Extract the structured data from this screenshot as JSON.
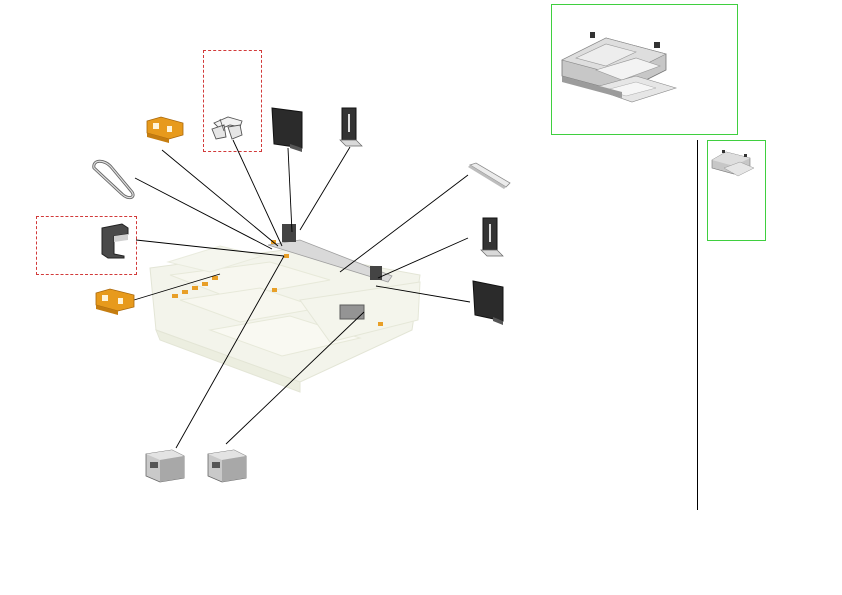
{
  "diagram": {
    "kind": "exploded-parts-view",
    "colors": {
      "callout_line": "#000000",
      "highlight_green": "#3fcf3f",
      "highlight_red": "#d23a3a",
      "part_orange": "#e79a1c",
      "part_dark": "#2b2b2b",
      "part_gray": "#b9b9b9",
      "ghost_body": "#e9ecd8"
    },
    "parts": [
      {
        "id": "orange-bracket-upper",
        "icon": "orange-bracket-icon"
      },
      {
        "id": "metal-clip",
        "icon": "metal-clip-icon"
      },
      {
        "id": "black-plate-left",
        "icon": "black-plate-icon"
      },
      {
        "id": "slot-bracket-upper",
        "icon": "slot-bracket-icon"
      },
      {
        "id": "drive-belt",
        "icon": "belt-icon"
      },
      {
        "id": "guide-cover",
        "icon": "guide-cover-icon"
      },
      {
        "id": "orange-bracket-lower",
        "icon": "orange-bracket-icon"
      },
      {
        "id": "white-rail",
        "icon": "rail-icon"
      },
      {
        "id": "slot-bracket-right",
        "icon": "slot-bracket-icon"
      },
      {
        "id": "black-plate-right",
        "icon": "black-plate-icon"
      },
      {
        "id": "sensor-unit-left",
        "icon": "sensor-unit-icon"
      },
      {
        "id": "sensor-unit-right",
        "icon": "sensor-unit-icon"
      },
      {
        "id": "adf-assembly",
        "icon": "document-feeder-icon"
      },
      {
        "id": "adf-thumbnail",
        "icon": "document-feeder-icon"
      }
    ]
  }
}
